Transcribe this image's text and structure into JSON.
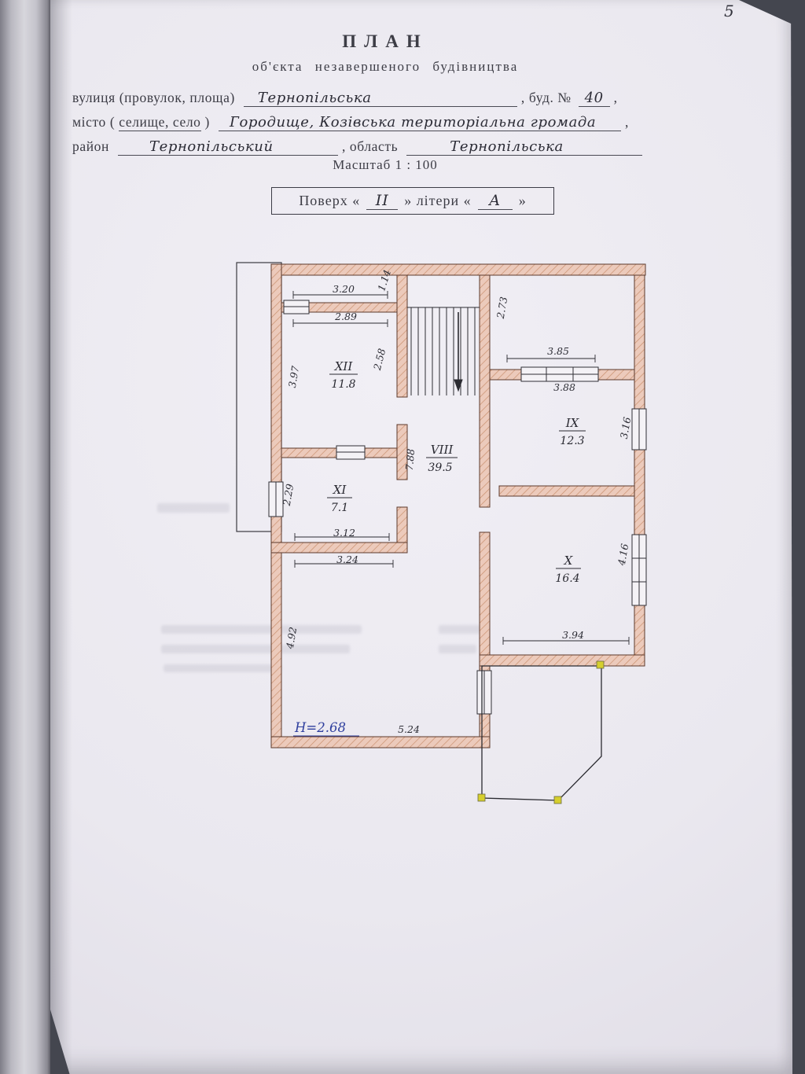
{
  "page": {
    "number": "5"
  },
  "header": {
    "title": "ПЛАН",
    "subtitle": "об'єкта незавершеного будівництва"
  },
  "form": {
    "street_label": "вулиця (провулок, площа)",
    "street_value": "Тернопільська",
    "building_label": ", буд. №",
    "building_value": "40",
    "trailing_comma": ",",
    "city_label_pre": "місто (",
    "city_label_ul": "селище, село",
    "city_label_post": ")",
    "city_value": "Городище, Козівська територіальна громада",
    "district_label": "район",
    "district_value": "Тернопільський",
    "region_label": ", область",
    "region_value": "Тернопільська",
    "scale_line": "Масштаб 1 : 100"
  },
  "floor_box": {
    "floor_label": "Поверх «",
    "floor_value": "ІІ",
    "letters_label": "»  літери «",
    "letters_value": "А",
    "close": "»"
  },
  "plan": {
    "rooms": [
      {
        "id": "XII",
        "area": "11.8"
      },
      {
        "id": "XI",
        "area": "7.1"
      },
      {
        "id": "VIII",
        "area": "39.5"
      },
      {
        "id": "ІХ",
        "area": "12.3"
      },
      {
        "id": "X",
        "area": "16.4"
      }
    ],
    "dims": {
      "d320": "3.20",
      "d289": "2.89",
      "d114": "1.14",
      "d273": "2.73",
      "d385": "3.85",
      "d388": "3.88",
      "d258": "2.58",
      "d397": "3.97",
      "d788": "7.88",
      "d229": "2.29",
      "d312": "3.12",
      "d324": "3.24",
      "d316": "3.16",
      "d416": "4.16",
      "d394": "3.94",
      "d492": "4.92",
      "d524": "5.24"
    },
    "height_note": "Н=2.68",
    "colors": {
      "wall_fill": "#eccabb",
      "wall_hatch": "#c9906f",
      "ink": "#2e2e35",
      "height_ink": "#2f3f9e",
      "marker_yellow": "#d6cf2e"
    }
  }
}
